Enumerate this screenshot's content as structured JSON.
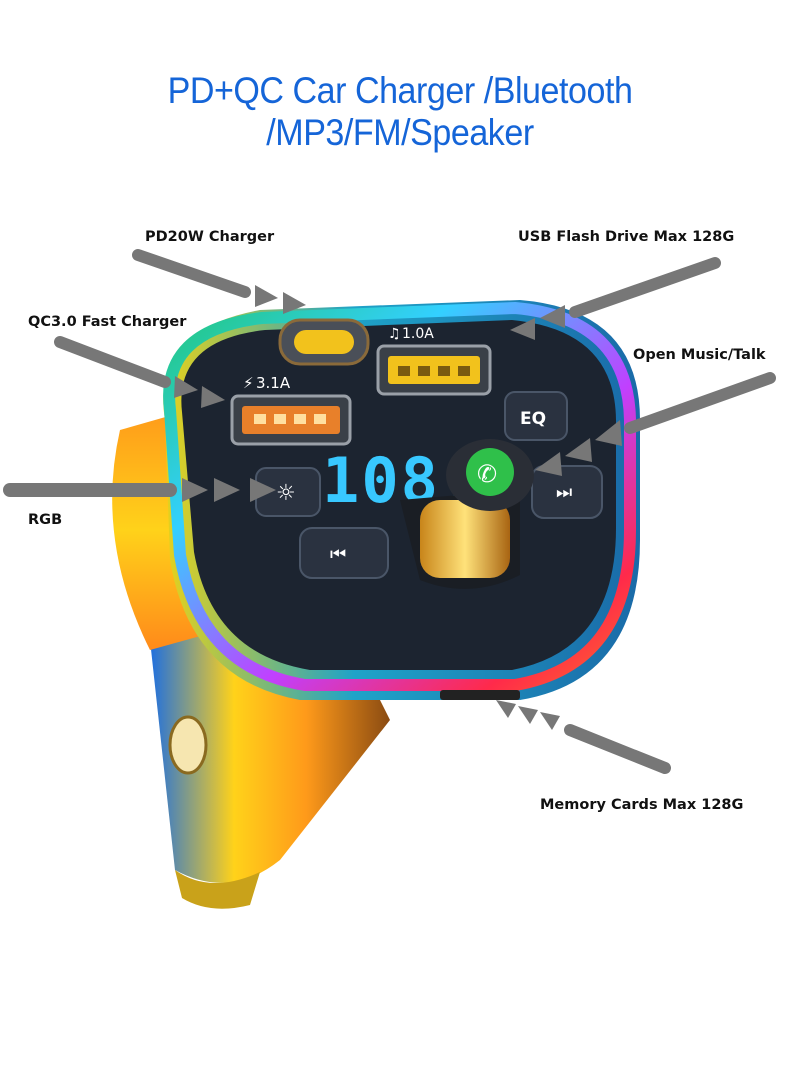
{
  "title": "PD+QC Car Charger /Bluetooth /MP3/FM/Speaker",
  "labels": {
    "pd20w": "PD20W Charger",
    "usb_flash": "USB Flash Drive Max 128G",
    "qc30": "QC3.0 Fast Charger",
    "open_music": "Open Music/Talk",
    "rgb": "RGB",
    "memory_cards": "Memory Cards Max 128G"
  },
  "device": {
    "usb_left_rating": "3.1A",
    "usb_right_rating": "1.0A",
    "lcd_display": "108.8",
    "eq_button": "EQ"
  },
  "colors": {
    "title": "#1565d8",
    "arrow": "#777777",
    "body_dark": "#1c2430",
    "port_orange": "#e8802a",
    "port_yellow": "#f2c21c",
    "lcd": "#38c8ff",
    "phone_green": "#2fc04a"
  },
  "icons": [
    "brightness-icon",
    "previous-track-icon",
    "next-track-icon",
    "phone-icon",
    "music-note-icon",
    "lightning-icon"
  ]
}
